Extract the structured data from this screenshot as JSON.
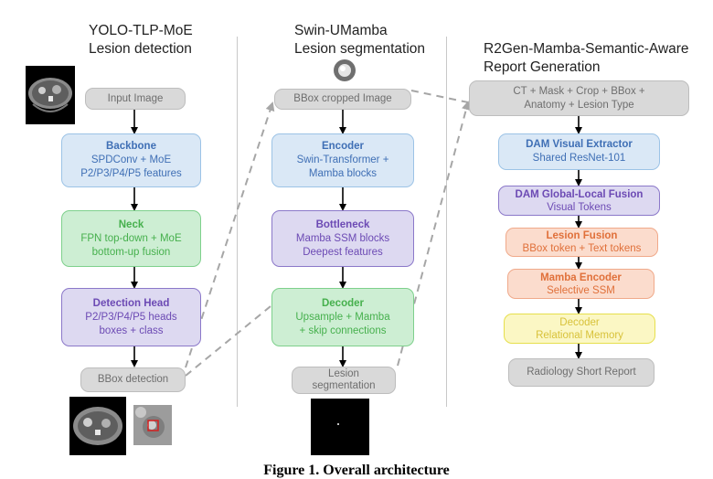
{
  "col1": {
    "title_line1": "YOLO-TLP-MoE",
    "title_line2": "Lesion detection",
    "input": "Input Image",
    "backbone": {
      "title": "Backbone",
      "l1": "SPDConv + MoE",
      "l2": "P2/P3/P4/P5 features"
    },
    "neck": {
      "title": "Neck",
      "l1": "FPN top-down + MoE",
      "l2": "bottom-up fusion"
    },
    "head": {
      "title": "Detection Head",
      "l1": "P2/P3/P4/P5 heads",
      "l2": "boxes + class"
    },
    "output": "BBox detection"
  },
  "col2": {
    "title_line1": "Swin-UMamba",
    "title_line2": "Lesion segmentation",
    "input": "BBox cropped Image",
    "encoder": {
      "title": "Encoder",
      "l1": "Swin-Transformer +",
      "l2": "Mamba  blocks"
    },
    "bottleneck": {
      "title": "Bottleneck",
      "l1": "Mamba SSM blocks",
      "l2": "Deepest features"
    },
    "decoder": {
      "title": "Decoder",
      "l1": "Upsample + Mamba",
      "l2": "+ skip connections"
    },
    "output_l1": "Lesion",
    "output_l2": "segmentation"
  },
  "col3": {
    "title_line1": "R2Gen-Mamba-Semantic-Aware",
    "title_line2": "Report Generation",
    "input_l1": "CT + Mask + Crop + BBox +",
    "input_l2": "Anatomy + Lesion Type",
    "extractor": {
      "title": "DAM Visual Extractor",
      "l1": "Shared ResNet-101"
    },
    "fusion": {
      "title": "DAM Global-Local Fusion",
      "l1": "Visual Tokens"
    },
    "lesion_fusion": {
      "title": "Lesion Fusion",
      "l1": "BBox token + Text tokens"
    },
    "mamba": {
      "title": "Mamba Encoder",
      "l1": "Selective SSM"
    },
    "decoder": {
      "title": "Decoder",
      "l1": "Relational Memory"
    },
    "output": "Radiology Short Report"
  },
  "caption": "Figure 1.  Overall architecture"
}
